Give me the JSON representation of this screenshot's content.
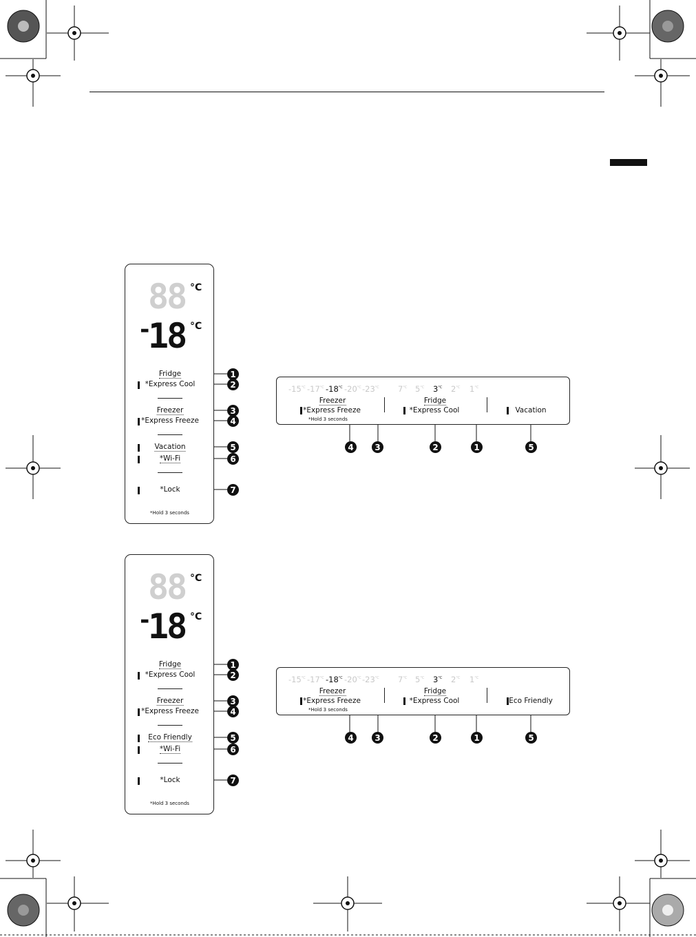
{
  "panels": [
    {
      "vertical": {
        "fridge_digits": "88",
        "fridge_unit": "°C",
        "freezer_minus": "-",
        "freezer_digits": "18",
        "freezer_unit": "°C",
        "labels": {
          "fridge": "Fridge",
          "express_cool": "*Express Cool",
          "freezer": "Freezer",
          "express_freeze": "*Express Freeze",
          "mode": "Vacation",
          "wifi": "*Wi-Fi",
          "lock": "*Lock",
          "hold": "*Hold 3 seconds"
        },
        "callouts": [
          "1",
          "2",
          "3",
          "4",
          "5",
          "6",
          "7"
        ]
      },
      "horizontal": {
        "freezer_temps": [
          {
            "value": "-15",
            "unit": "°C",
            "active": false
          },
          {
            "value": "-17",
            "unit": "°C",
            "active": false
          },
          {
            "value": "-18",
            "unit": "°C",
            "active": true
          },
          {
            "value": "-20",
            "unit": "°C",
            "active": false
          },
          {
            "value": "-23",
            "unit": "°C",
            "active": false
          }
        ],
        "fridge_temps": [
          {
            "value": "7",
            "unit": "°C",
            "active": false
          },
          {
            "value": "5",
            "unit": "°C",
            "active": false
          },
          {
            "value": "3",
            "unit": "°C",
            "active": true
          },
          {
            "value": "2",
            "unit": "°C",
            "active": false
          },
          {
            "value": "1",
            "unit": "°C",
            "active": false
          }
        ],
        "labels": {
          "freezer": "Freezer",
          "express_freeze": "*Express Freeze",
          "hold": "*Hold 3 seconds",
          "fridge": "Fridge",
          "express_cool": "*Express Cool",
          "mode": "Vacation"
        },
        "callouts": [
          "4",
          "3",
          "2",
          "1",
          "5"
        ]
      }
    },
    {
      "vertical": {
        "fridge_digits": "88",
        "fridge_unit": "°C",
        "freezer_minus": "-",
        "freezer_digits": "18",
        "freezer_unit": "°C",
        "labels": {
          "fridge": "Fridge",
          "express_cool": "*Express Cool",
          "freezer": "Freezer",
          "express_freeze": "*Express Freeze",
          "mode": "Eco Friendly",
          "wifi": "*Wi-Fi",
          "lock": "*Lock",
          "hold": "*Hold 3 seconds"
        },
        "callouts": [
          "1",
          "2",
          "3",
          "4",
          "5",
          "6",
          "7"
        ]
      },
      "horizontal": {
        "freezer_temps": [
          {
            "value": "-15",
            "unit": "°C",
            "active": false
          },
          {
            "value": "-17",
            "unit": "°C",
            "active": false
          },
          {
            "value": "-18",
            "unit": "°C",
            "active": true
          },
          {
            "value": "-20",
            "unit": "°C",
            "active": false
          },
          {
            "value": "-23",
            "unit": "°C",
            "active": false
          }
        ],
        "fridge_temps": [
          {
            "value": "7",
            "unit": "°C",
            "active": false
          },
          {
            "value": "5",
            "unit": "°C",
            "active": false
          },
          {
            "value": "3",
            "unit": "°C",
            "active": true
          },
          {
            "value": "2",
            "unit": "°C",
            "active": false
          },
          {
            "value": "1",
            "unit": "°C",
            "active": false
          }
        ],
        "labels": {
          "freezer": "Freezer",
          "express_freeze": "*Express Freeze",
          "hold": "*Hold 3 seconds",
          "fridge": "Fridge",
          "express_cool": "*Express Cool",
          "mode": "Eco Friendly"
        },
        "callouts": [
          "4",
          "3",
          "2",
          "1",
          "5"
        ]
      }
    }
  ]
}
